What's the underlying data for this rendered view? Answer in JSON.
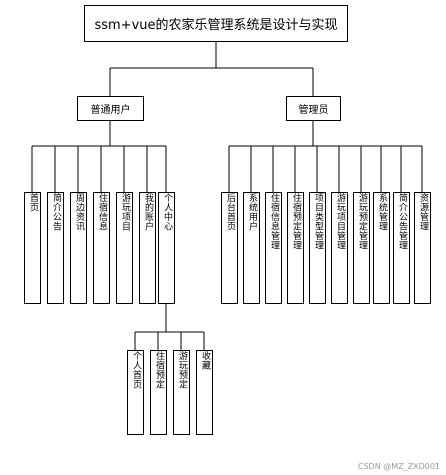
{
  "title": "ssm+vue的农家乐管理系统是设计与实现",
  "branches": [
    {
      "label": "普通用户",
      "children": [
        "首页",
        "简介公告",
        "周边资讯",
        "住宿信息",
        "游玩项目",
        "我的账户",
        "个人中心"
      ],
      "sub_parent": "个人中心",
      "sub_children": [
        "个人首页",
        "住宿预定",
        "游玩预定",
        "收藏"
      ]
    },
    {
      "label": "管理员",
      "children": [
        "后台首页",
        "系统用户",
        "住宿信息管理",
        "住宿预定管理",
        "项目类型管理",
        "游玩项目管理",
        "游玩预定管理",
        "系统管理",
        "简介公告管理",
        "资源管理"
      ]
    }
  ],
  "watermark": "CSDN @MZ_ZXD001"
}
